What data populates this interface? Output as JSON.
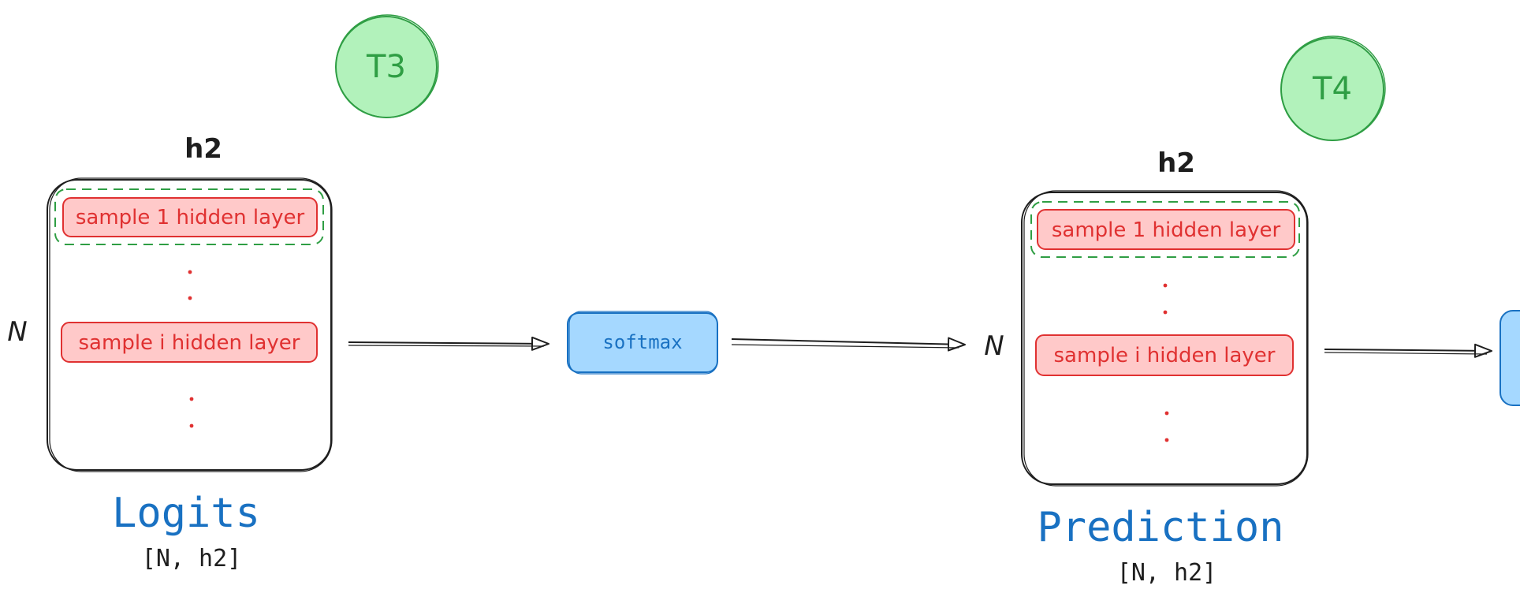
{
  "colors": {
    "stroke": "#1e1e1e",
    "row_fill": "#ffc9c9",
    "row_stroke": "#e03131",
    "row_text": "#e03131",
    "select_dash": "#2f9e44",
    "badge_fill": "#b2f2bb",
    "badge_stroke": "#2f9e44",
    "badge_text": "#2f9e44",
    "op_fill": "#a5d8ff",
    "op_stroke": "#1971c2",
    "op_text": "#1971c2",
    "title_text": "#1971c2"
  },
  "blocks": [
    {
      "id": "logits",
      "badge": "T3",
      "col_label": "h2",
      "row_label": "N",
      "row1": "sample 1 hidden layer",
      "rowi": "sample i hidden layer",
      "title": "Logits",
      "shape": "[N, h2]"
    },
    {
      "id": "prediction",
      "badge": "T4",
      "col_label": "h2",
      "row_label": "N",
      "row1": "sample 1 hidden layer",
      "rowi": "sample i hidden layer",
      "title": "Prediction",
      "shape": "[N, h2]"
    }
  ],
  "operation": {
    "label": "softmax"
  }
}
